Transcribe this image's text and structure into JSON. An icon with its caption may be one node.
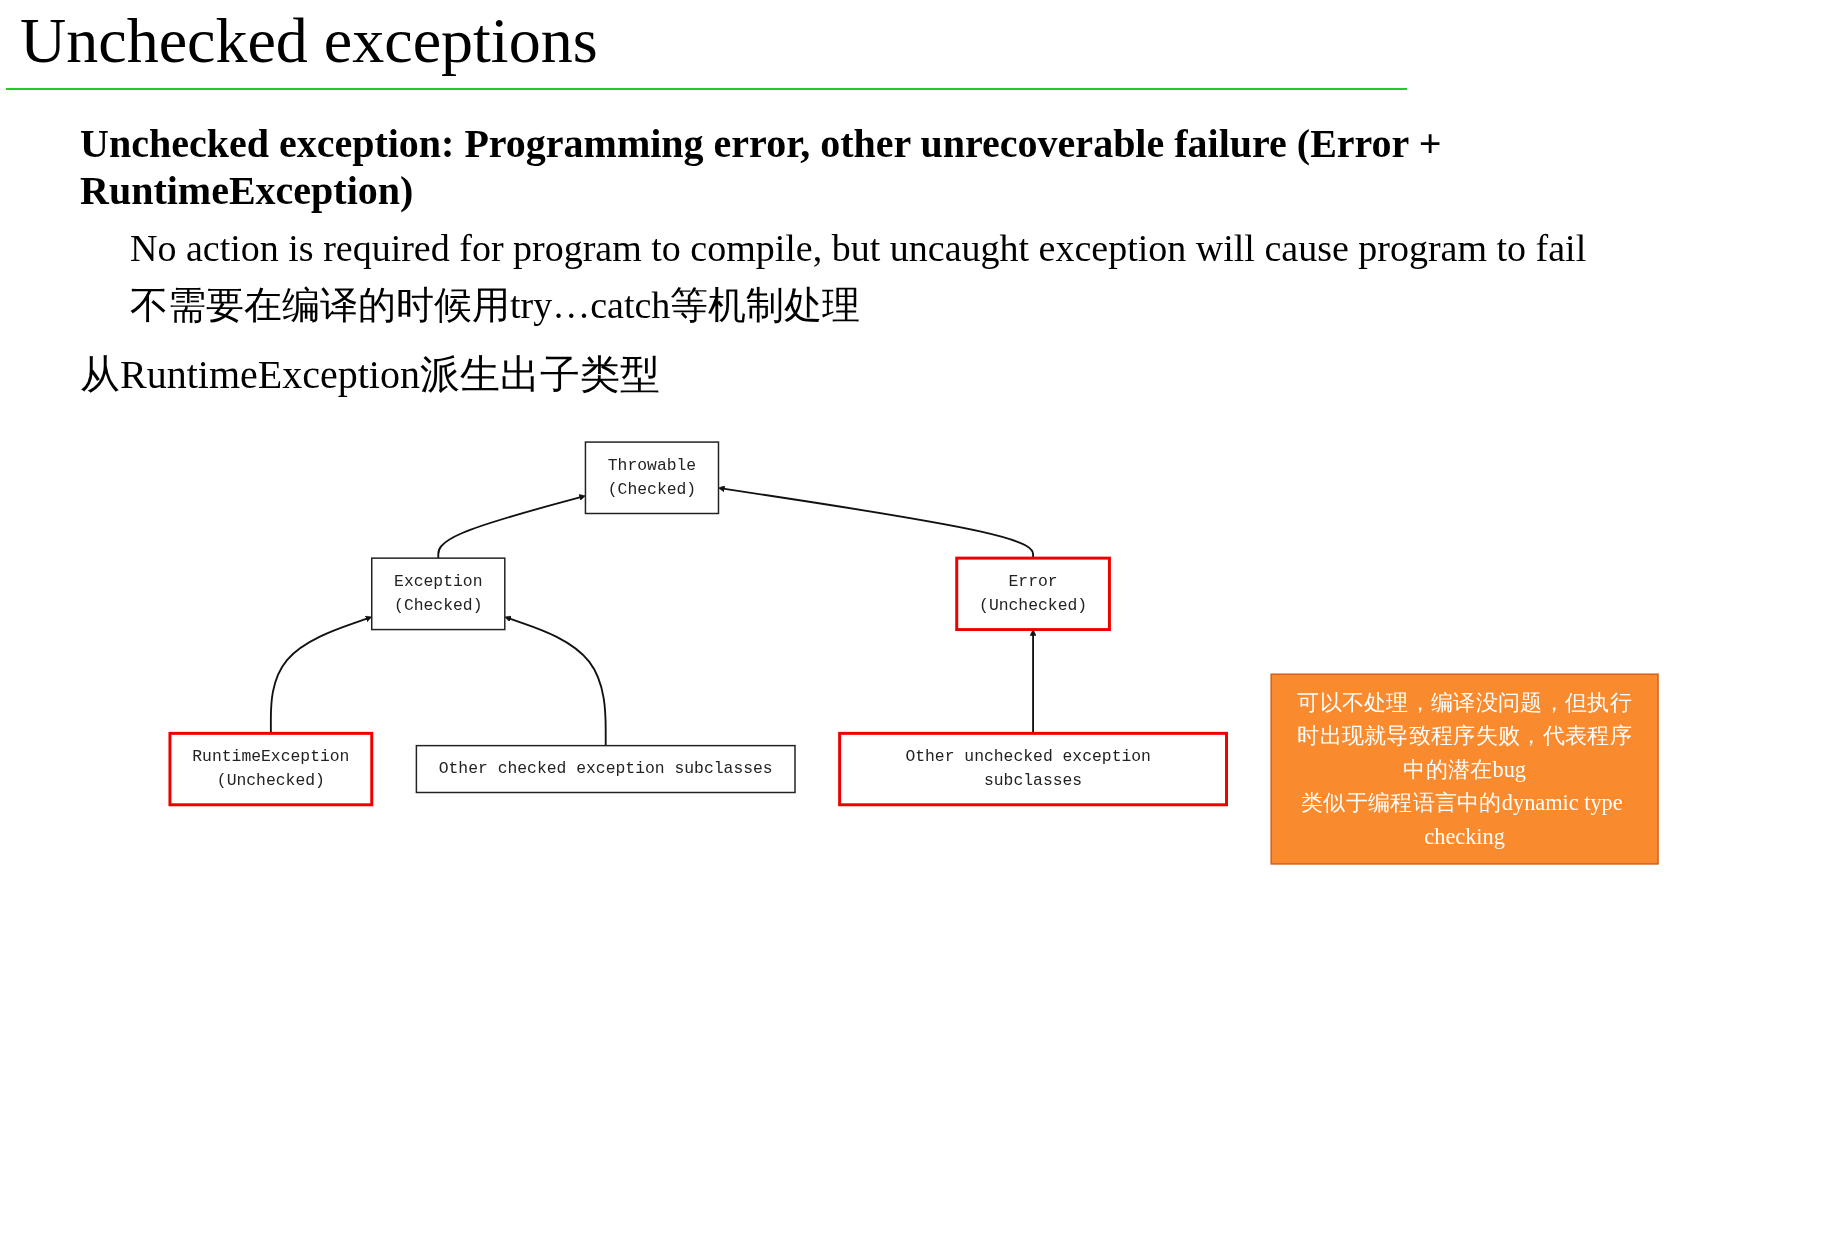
{
  "diagram": {
    "title": "Unchecked exceptions",
    "nodes": [
      {
        "text": [
          "Throwable",
          "(Checked)"
        ]
      },
      {
        "text": [
          "Exception",
          "(Checked)"
        ]
      },
      {
        "text": [
          "Error",
          "(Unchecked)"
        ]
      },
      {
        "text": [
          "RuntimeException",
          "(Unchecked)"
        ]
      },
      {
        "text": [
          "Other checked exception subclasses"
        ]
      },
      {
        "text": [
          "Other unchecked exception subclasses"
        ]
      },
      {
        "text": [
          "可以不处理，编译没问题，但执行时出现就导致程序失败，代表程序中的潜在bug",
          "类似于编程语言中的dynamic type checking"
        ]
      }
    ],
    "edges": [
      {
        "from": 1,
        "to": 0,
        "arrow": "to"
      },
      {
        "from": 2,
        "to": 0,
        "arrow": "to"
      },
      {
        "from": 3,
        "to": 1,
        "arrow": "to"
      },
      {
        "from": 4,
        "to": 1,
        "arrow": "to"
      },
      {
        "from": 5,
        "to": 2,
        "arrow": "to"
      }
    ],
    "labels": [
      "Unchecked exception: Programming error, other unrecoverable failure (Error + RuntimeException)",
      "No action is required for program to compile, but uncaught exception will cause program to fail",
      "不需要在编译的时候用try…catch等机制处理",
      "从RuntimeException派生出子类型"
    ]
  }
}
